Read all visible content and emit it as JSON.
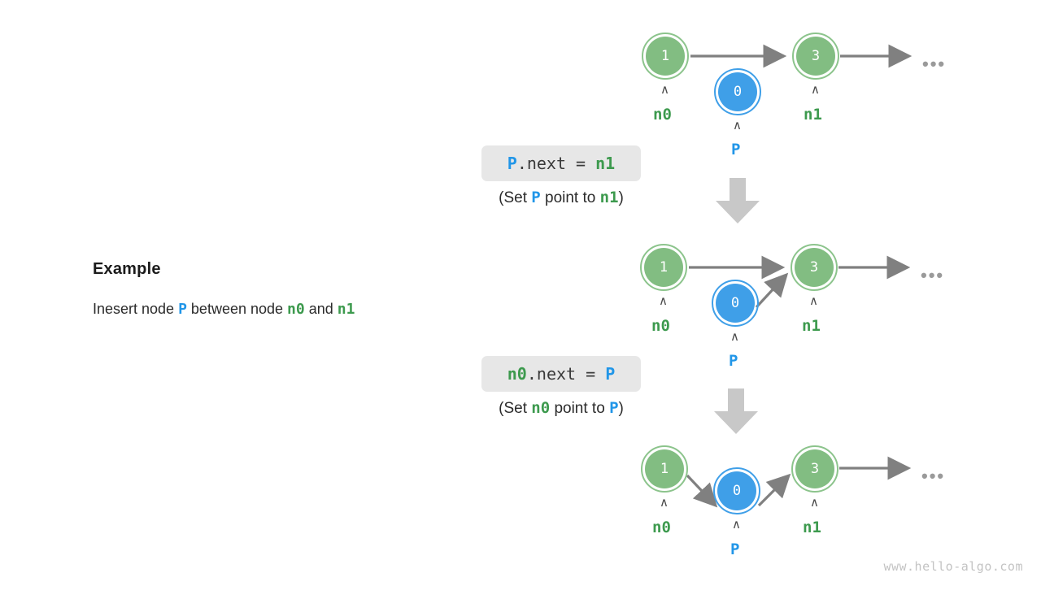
{
  "explanation": {
    "title": "Example",
    "body_prefix": "Inesert node ",
    "body_token_p": "P",
    "body_mid": " between node ",
    "body_token_n0": "n0",
    "body_and": " and ",
    "body_token_n1": "n1"
  },
  "steps": [
    {
      "code_prefix": "",
      "code_token_a": "P",
      "code_mid": ".next = ",
      "code_token_b": "n1",
      "caption_open": "(Set ",
      "caption_token_a": "P",
      "caption_mid": " point to ",
      "caption_token_b": "n1",
      "caption_close": ")"
    },
    {
      "code_prefix": "",
      "code_token_a": "n0",
      "code_mid": ".next = ",
      "code_token_b": "P",
      "caption_open": "(Set ",
      "caption_token_a": "n0",
      "caption_mid": " point to ",
      "caption_token_b": "P",
      "caption_close": ")"
    }
  ],
  "rows": [
    {
      "node_n0_value": "1",
      "node_p_value": "0",
      "node_n1_value": "3",
      "label_n0": "n0",
      "label_p": "P",
      "label_n1": "n1",
      "caret": "∧",
      "ellipsis": "•••"
    },
    {
      "node_n0_value": "1",
      "node_p_value": "0",
      "node_n1_value": "3",
      "label_n0": "n0",
      "label_p": "P",
      "label_n1": "n1",
      "caret": "∧",
      "ellipsis": "•••"
    },
    {
      "node_n0_value": "1",
      "node_p_value": "0",
      "node_n1_value": "3",
      "label_n0": "n0",
      "label_p": "P",
      "label_n1": "n1",
      "caret": "∧",
      "ellipsis": "•••"
    }
  ],
  "watermark": "www.hello-algo.com",
  "colors": {
    "node_green_fill": "#82bd82",
    "node_green_ring": "#8cc48c",
    "node_blue_fill": "#3f9fe8",
    "label_green": "#3d9a4e",
    "label_blue": "#2196e8",
    "arrow_gray": "#808080",
    "codebox_bg": "#e7e7e7",
    "step_arrow_gray": "#c8c8c8"
  }
}
